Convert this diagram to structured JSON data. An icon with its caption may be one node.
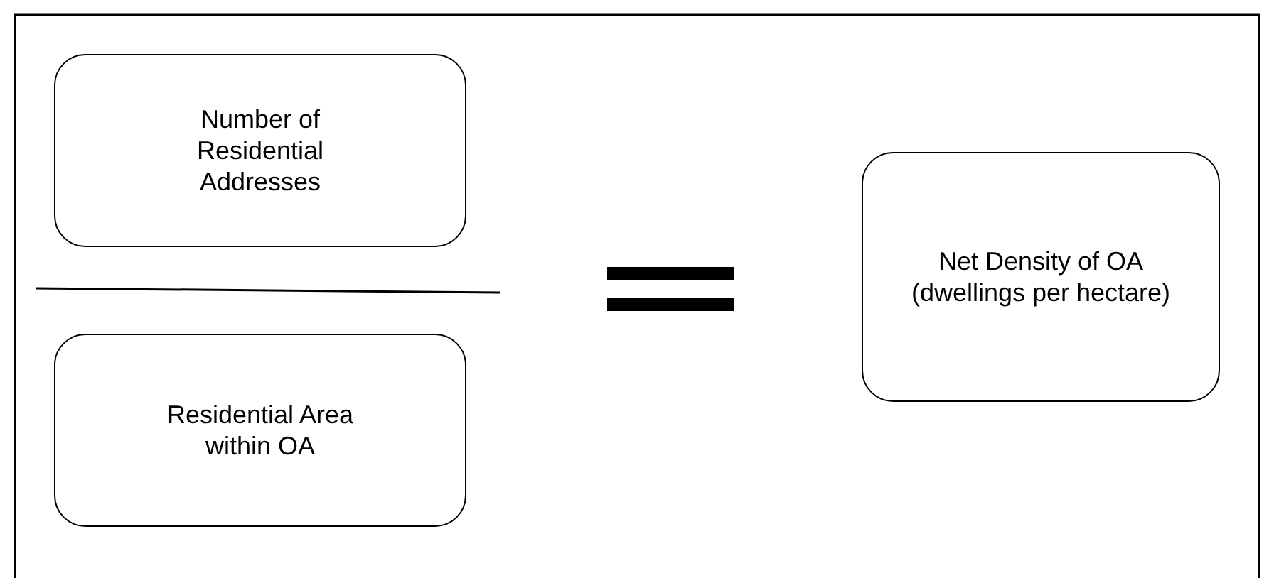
{
  "diagram": {
    "nodes": [
      {
        "text": [
          "Number of Residential Addresses"
        ]
      },
      {
        "text": [
          "Residential Area within OA"
        ]
      },
      {
        "text": [
          "Net Density of OA (dwellings per hectare)"
        ]
      }
    ]
  }
}
